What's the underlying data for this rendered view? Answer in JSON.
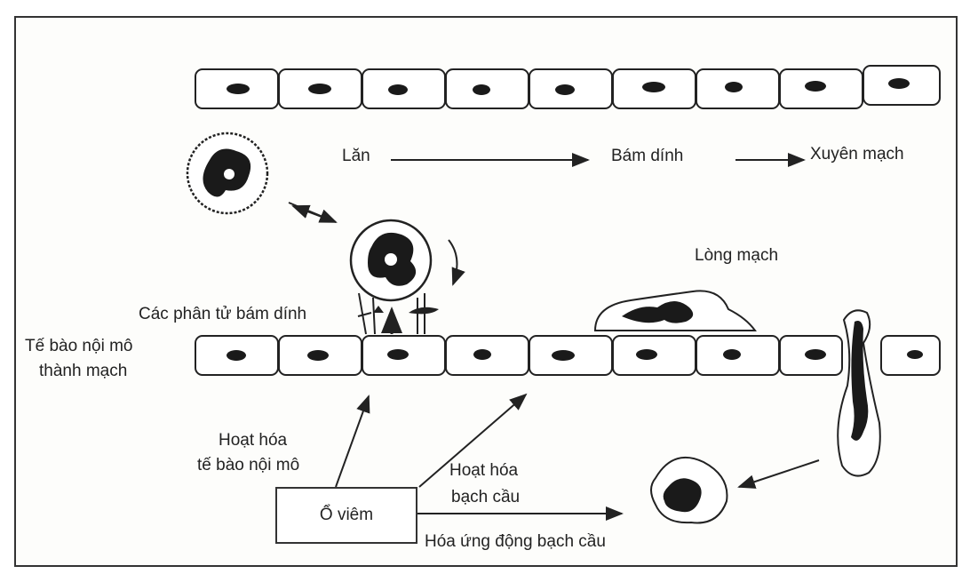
{
  "labels": {
    "roll": "Lăn",
    "adhere": "Bám dính",
    "transmigrate": "Xuyên mạch",
    "lumen": "Lòng mạch",
    "adhesion_molecules": "Các phân tử bám dính",
    "endothelium_line1": "Tế bào nội mô",
    "endothelium_line2": "thành mạch",
    "activate_endo_line1": "Hoạt hóa",
    "activate_endo_line2": "tế bào nội mô",
    "activate_wbc_line1": "Hoạt hóa",
    "activate_wbc_line2": "bạch cầu",
    "focus": "Ổ viêm",
    "chemotaxis": "Hóa ứng động bạch cầu"
  }
}
